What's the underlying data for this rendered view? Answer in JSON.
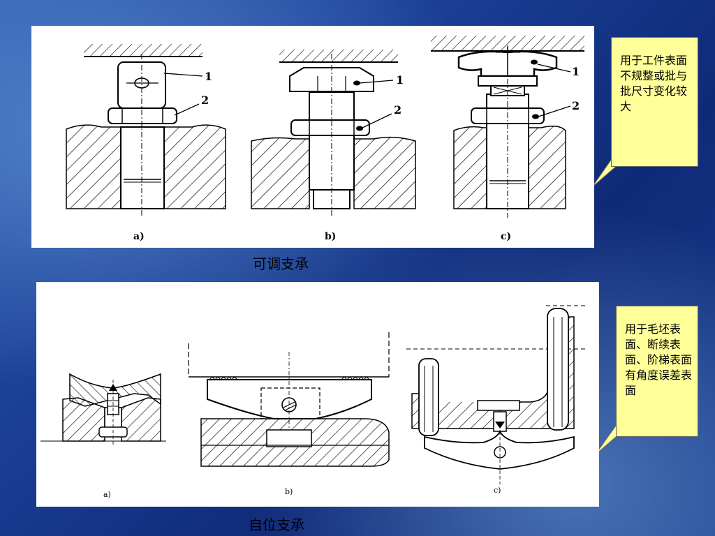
{
  "adjustable": {
    "caption": "可调支承",
    "callout": "用于工件表面不规整或批与批尺寸变化较大",
    "labels": {
      "a": "a)",
      "b": "b)",
      "c": "c)"
    },
    "part_numbers": {
      "one": "1",
      "two": "2"
    }
  },
  "self_positioning": {
    "caption": "自位支承",
    "callout": "用于毛坯表面、断续表面、阶梯表面有角度误差表面",
    "labels": {
      "a": "a)",
      "b": "b)",
      "c": "c)"
    }
  },
  "colors": {
    "callout_bg": "#ffff99",
    "panel_bg": "#ffffff",
    "background": "#1a3f95"
  }
}
